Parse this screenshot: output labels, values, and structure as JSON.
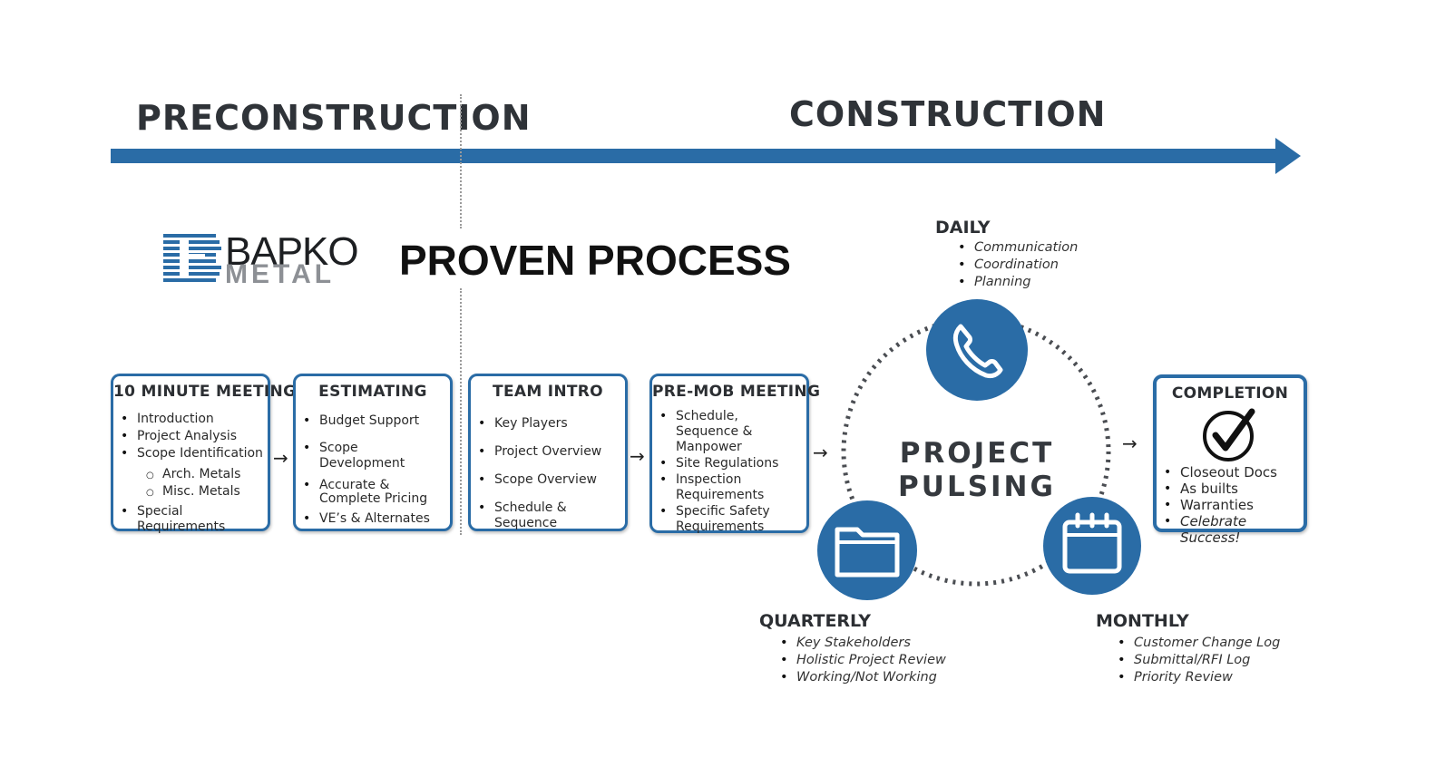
{
  "phases": {
    "preconstruction": "PRECONSTRUCTION",
    "construction": "CONSTRUCTION"
  },
  "logo": {
    "line1": "BAPKO",
    "line2": "METAL",
    "brand_color": "#2a6ca6"
  },
  "heading": "PROVEN PROCESS",
  "steps": [
    {
      "title": "10 MINUTE MEETING",
      "items": [
        {
          "text": "Introduction",
          "sub": false
        },
        {
          "text": "Project Analysis",
          "sub": false
        },
        {
          "text": "Scope Identification",
          "sub": false
        },
        {
          "text": "Arch. Metals",
          "sub": true
        },
        {
          "text": "Misc. Metals",
          "sub": true
        },
        {
          "text": "Special Requirements",
          "sub": false
        }
      ]
    },
    {
      "title": "ESTIMATING",
      "items": [
        "Budget Support",
        "Scope Development",
        "Accurate & Complete Pricing",
        "VE’s & Alternates"
      ]
    },
    {
      "title": "TEAM INTRO",
      "items": [
        "Key Players",
        "Project Overview",
        "Scope Overview",
        "Schedule & Sequence"
      ]
    },
    {
      "title": "PRE-MOB MEETING",
      "items": [
        "Schedule, Sequence & Manpower",
        "Site Regulations",
        "Inspection Requirements",
        "Specific Safety Requirements"
      ]
    }
  ],
  "pulsing": {
    "line1": "PROJECT",
    "line2": "PULSING",
    "daily": {
      "title": "DAILY",
      "icon": "phone-icon",
      "items": [
        "Communication",
        "Coordination",
        "Planning"
      ]
    },
    "quarterly": {
      "title": "QUARTERLY",
      "icon": "folder-icon",
      "items": [
        "Key Stakeholders",
        "Holistic Project Review",
        "Working/Not Working"
      ]
    },
    "monthly": {
      "title": "MONTHLY",
      "icon": "calendar-icon",
      "items": [
        "Customer Change Log",
        "Submittal/RFI Log",
        "Priority Review"
      ]
    }
  },
  "completion": {
    "title": "COMPLETION",
    "icon": "checkmark-icon",
    "items": [
      "Closeout Docs",
      "As builts",
      "Warranties",
      "Celebrate Success!"
    ]
  },
  "colors": {
    "accent": "#2a6ca6",
    "heading_dark": "#2c2f33"
  }
}
